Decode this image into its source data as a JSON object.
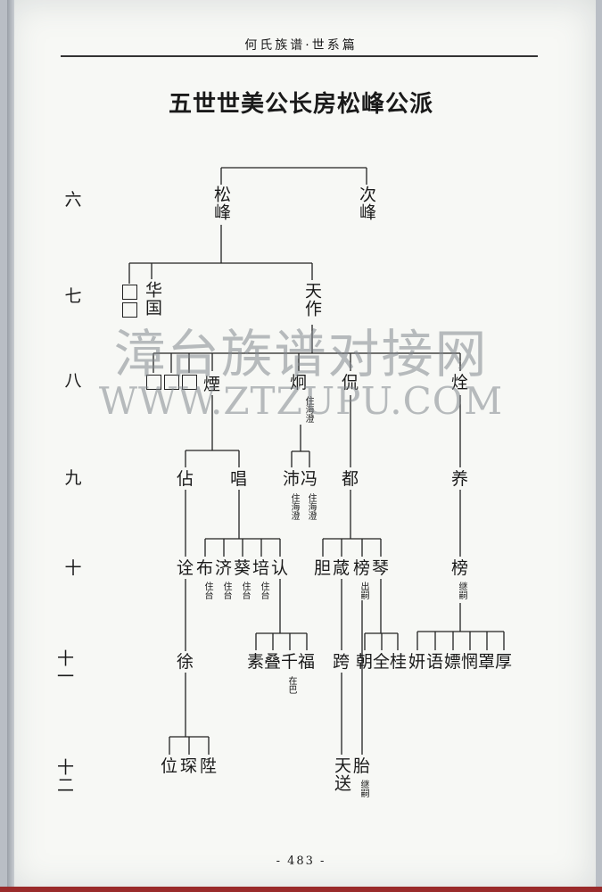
{
  "header": {
    "title": "何氏族谱·世系篇"
  },
  "title": "五世世美公长房松峰公派",
  "generations": [
    "六",
    "七",
    "八",
    "九",
    "十",
    "十一",
    "十二"
  ],
  "persons": {
    "songfeng": "松峰",
    "cifeng": "次峰",
    "huaguo": "华国",
    "tianzuo": "天作",
    "yan": "煙",
    "jiong": "炯",
    "kan": "侃",
    "xing": "烇",
    "zhan": "佔",
    "chang": "唱",
    "pei": "沛",
    "feng": "冯",
    "du": "都",
    "yang": "养",
    "quan": "诠",
    "bu": "布",
    "ji": "济",
    "kui": "葵",
    "pei2": "培",
    "ren": "认",
    "dan": "胆",
    "cang": "葴",
    "bang": "榜",
    "qin": "琴",
    "bang2": "榜",
    "xu": "徐",
    "su": "素",
    "die": "叠",
    "qian": "千",
    "fu": "福",
    "kua": "跨",
    "chao": "朝",
    "quan2": "全",
    "gui": "桂",
    "yan2": "妍",
    "yu": "语",
    "piao": "嫖",
    "guo": "惘",
    "zhao": "罩",
    "hou": "厚",
    "wei": "位",
    "chen": "琛",
    "zhi": "陞",
    "tiansong": "天送",
    "tai": "胎"
  },
  "notes": {
    "zhuhaicheng": "住海澄",
    "zhutai": "住台",
    "chusi": "出嗣",
    "jisi": "继嗣",
    "zaiba": "在巴"
  },
  "page_number": "- 483 -",
  "watermark": {
    "main": "漳台族谱对接网",
    "url": "WWW.ZTZUPU.COM"
  }
}
